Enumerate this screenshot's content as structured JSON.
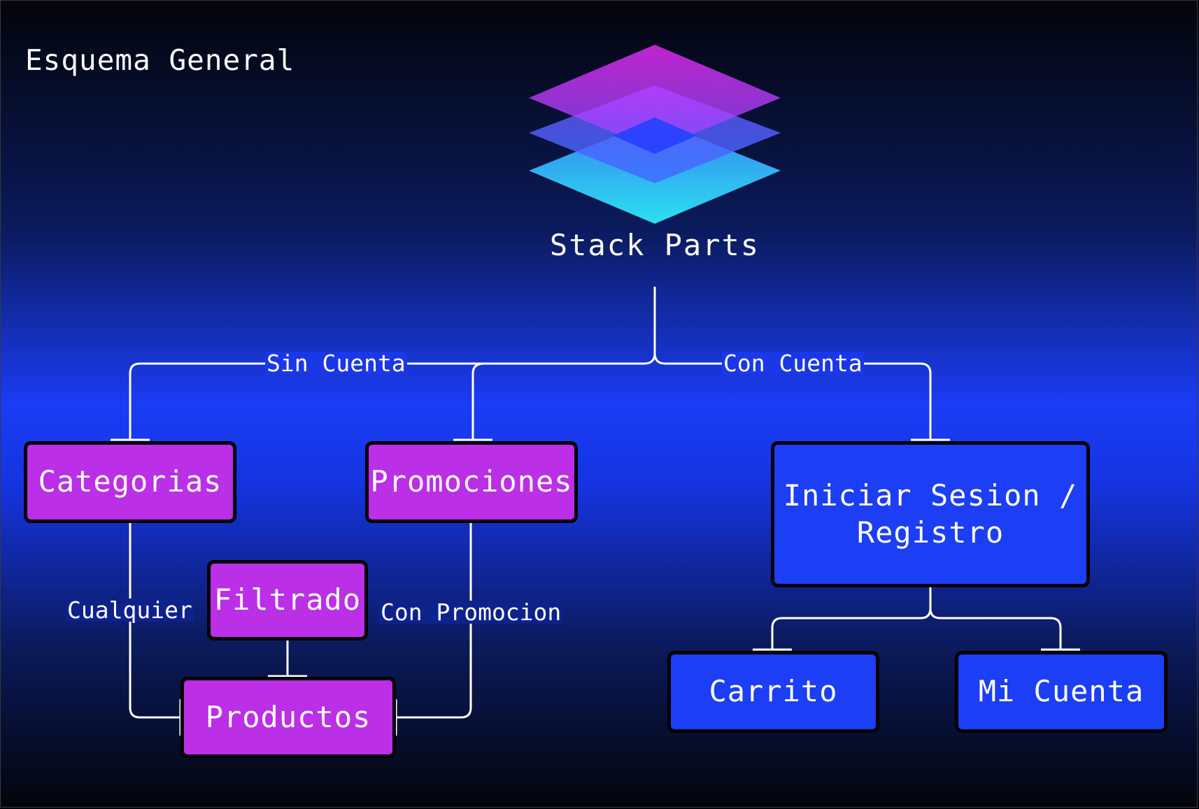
{
  "title": "Esquema General",
  "logo": {
    "icon": "stacked-layers-icon",
    "label": "Stack Parts"
  },
  "colors": {
    "node_purple": "#bb2fe6",
    "node_blue": "#1c3ef5",
    "line": "#ffffff",
    "logo_top": "#f32cff",
    "logo_bottom": "#2ef1ff"
  },
  "edge_labels": {
    "sin_cuenta": "Sin Cuenta",
    "con_cuenta": "Con Cuenta",
    "cualquier": "Cualquier",
    "con_promocion": "Con Promocion"
  },
  "nodes": {
    "categorias": "Categorias",
    "promociones": "Promociones",
    "iniciar_sesion_line1": "Iniciar Sesion /",
    "iniciar_sesion_line2": "Registro",
    "filtrado": "Filtrado",
    "productos": "Productos",
    "carrito": "Carrito",
    "mi_cuenta": "Mi Cuenta"
  }
}
